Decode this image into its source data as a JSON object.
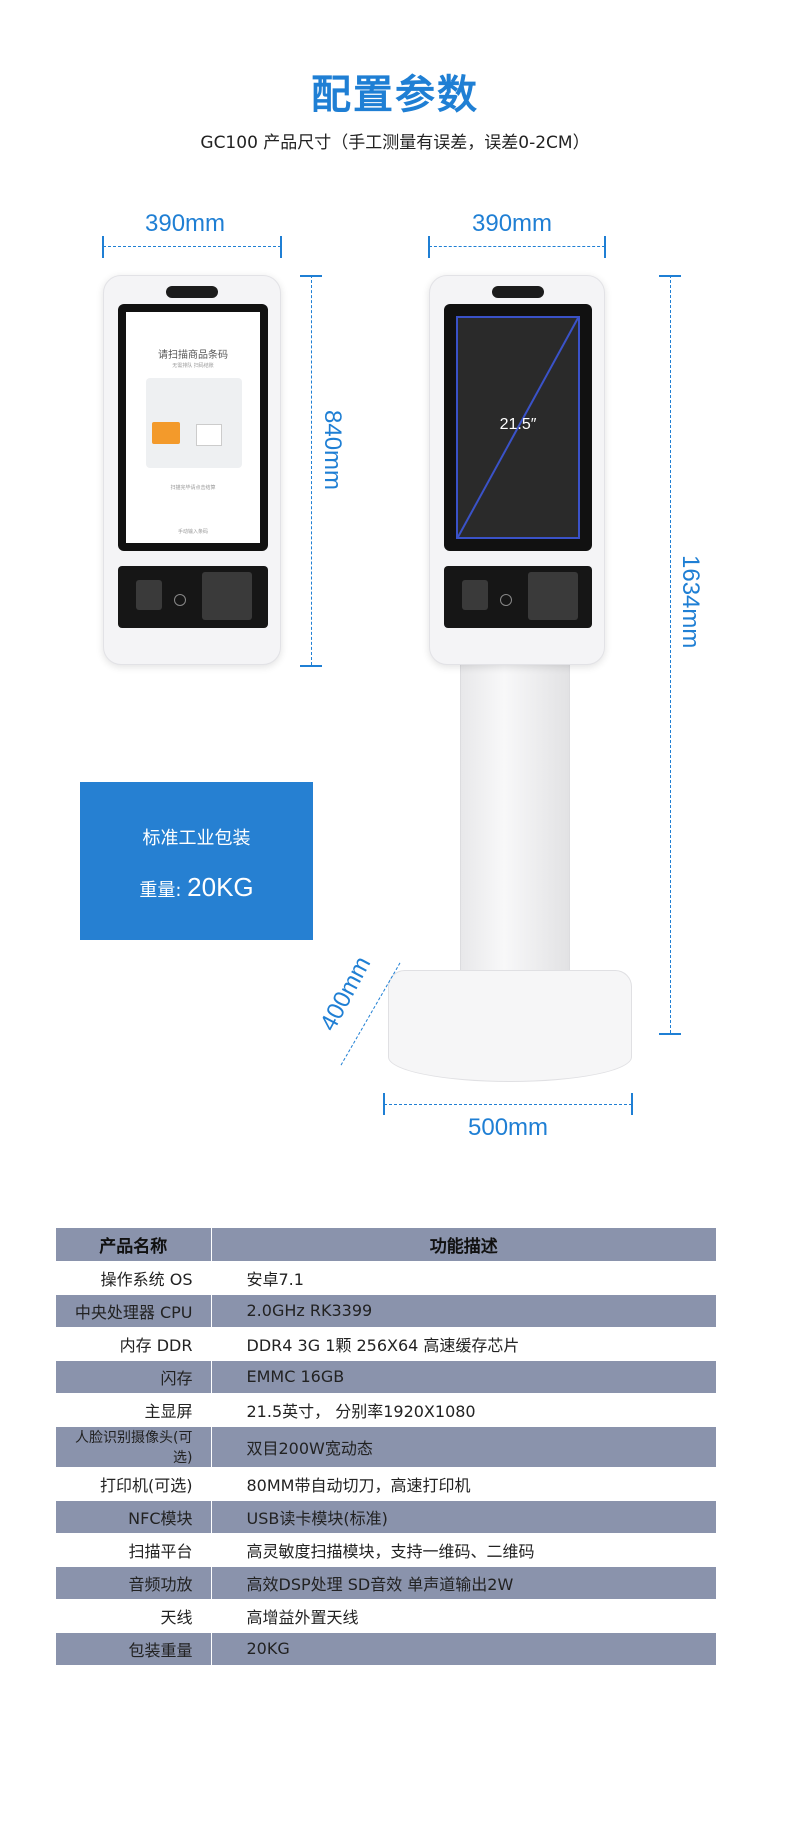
{
  "header": {
    "title": "配置参数",
    "subtitle": "GC100 产品尺寸（手工测量有误差，误差0-2CM）"
  },
  "dimensions": {
    "left_width": "390mm",
    "left_height": "840mm",
    "right_width": "390mm",
    "right_height": "1634mm",
    "base_depth": "400mm",
    "base_width": "500mm"
  },
  "screen_labels": {
    "kiosk_app_header": "请扫描商品条码",
    "kiosk_app_sub": "无需排队 扫码结账",
    "kiosk_app_hint": "扫描完毕请点击结算",
    "kiosk_app_footer": "手动输入条码",
    "diagonal": "21.5″"
  },
  "packaging": {
    "title": "标准工业包装",
    "weight_label": "重量:",
    "weight_value": "20KG"
  },
  "spec_table": {
    "header": [
      "产品名称",
      "功能描述"
    ],
    "rows": [
      {
        "k": "操作系统 OS",
        "v": "安卓7.1"
      },
      {
        "k": "中央处理器 CPU",
        "v": "2.0GHz  RK3399"
      },
      {
        "k": "内存 DDR",
        "v": "DDR4  3G  1颗  256X64  高速缓存芯片"
      },
      {
        "k": "闪存",
        "v": "EMMC 16GB"
      },
      {
        "k": "主显屏",
        "v": "21.5英寸，  分别率1920X1080"
      },
      {
        "k": "人脸识别摄像头(可选)",
        "v": "双目200W宽动态"
      },
      {
        "k": "打印机(可选)",
        "v": "80MM带自动切刀，高速打印机"
      },
      {
        "k": "NFC模块",
        "v": "USB读卡模块(标准)"
      },
      {
        "k": "扫描平台",
        "v": "高灵敏度扫描模块，支持一维码、二维码"
      },
      {
        "k": "音频功放",
        "v": "高效DSP处理  SD音效 单声道输出2W"
      },
      {
        "k": "天线",
        "v": "高增益外置天线"
      },
      {
        "k": "包装重量",
        "v": "20KG"
      }
    ]
  },
  "colors": {
    "accent": "#1f7fd4",
    "table_shade": "#8a93ac",
    "pack_box": "#2680d2"
  }
}
